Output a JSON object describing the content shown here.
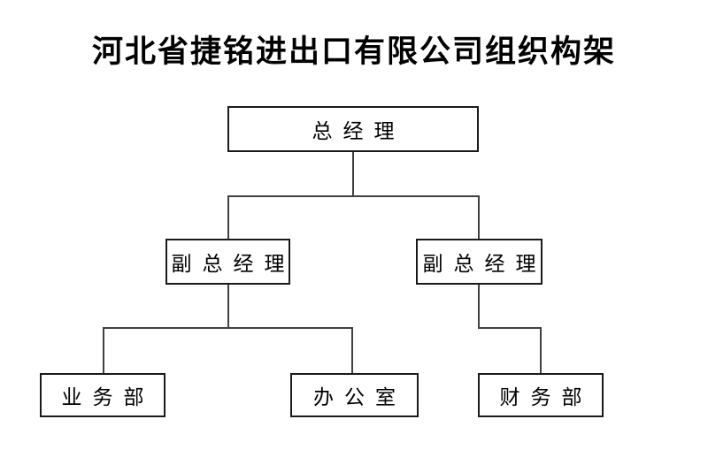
{
  "page": {
    "title": "河北省捷铭进出口有限公司组织构架"
  },
  "nodes": {
    "general_manager": {
      "label": "总经理",
      "level": 1
    },
    "deputy_gm_left": {
      "label": "副总经理",
      "level": 2
    },
    "deputy_gm_right": {
      "label": "副总经理",
      "level": 2
    },
    "business_dept": {
      "label": "业务部",
      "level": 3
    },
    "office": {
      "label": "办公室",
      "level": 3
    },
    "finance_dept": {
      "label": "财务部",
      "level": 3
    }
  },
  "hierarchy": {
    "type": "org-tree",
    "root": {
      "label": "总经理",
      "children": [
        {
          "label": "副总经理",
          "children": [
            {
              "label": "业务部"
            },
            {
              "label": "办公室"
            }
          ]
        },
        {
          "label": "副总经理",
          "children": [
            {
              "label": "财务部"
            }
          ]
        }
      ]
    }
  },
  "colors": {
    "background": "#ffffff",
    "box_border": "#1a1a1a",
    "connector_line": "#404040",
    "text": "#000000"
  }
}
